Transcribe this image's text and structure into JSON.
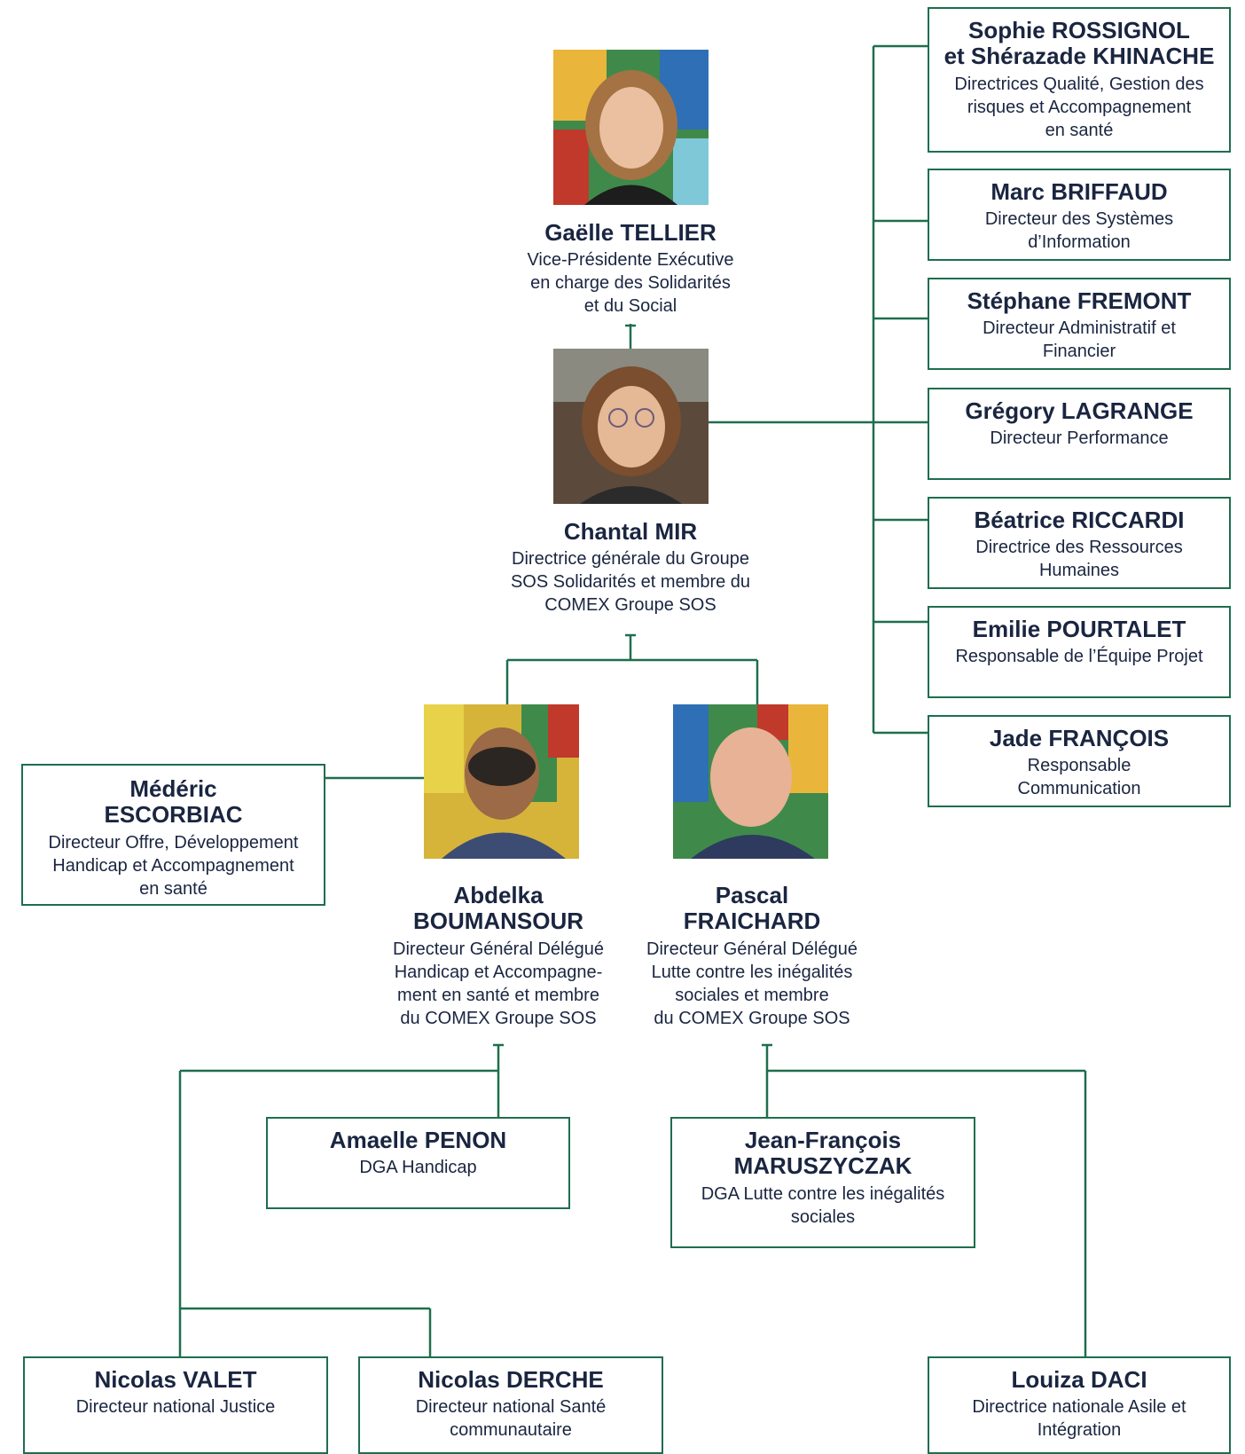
{
  "colors": {
    "line": "#1e6e4e",
    "text": "#1a2540"
  },
  "top": {
    "name": "Gaëlle TELLIER",
    "role": [
      "Vice-Présidente Exécutive",
      "en charge des Solidarités",
      "et du Social"
    ],
    "photo": "portrait-photo-woman"
  },
  "ceo": {
    "name": "Chantal MIR",
    "role": [
      "Directrice générale du Groupe",
      "SOS Solidarités et membre du",
      "COMEX Groupe SOS"
    ],
    "photo": "portrait-photo-woman-glasses"
  },
  "staff": [
    {
      "name": [
        "Sophie ROSSIGNOL",
        "et Shérazade KHINACHE"
      ],
      "role": [
        "Directrices Qualité, Gestion des",
        "risques et Accompagnement",
        "en santé"
      ]
    },
    {
      "name": [
        "Marc BRIFFAUD"
      ],
      "role": [
        "Directeur des Systèmes",
        "d’Information"
      ]
    },
    {
      "name": [
        "Stéphane FREMONT"
      ],
      "role": [
        "Directeur Administratif et",
        "Financier"
      ]
    },
    {
      "name": [
        "Grégory LAGRANGE"
      ],
      "role": [
        "Directeur Performance"
      ]
    },
    {
      "name": [
        "Béatrice RICCARDI"
      ],
      "role": [
        "Directrice des Ressources",
        "Humaines"
      ]
    },
    {
      "name": [
        "Emilie POURTALET"
      ],
      "role": [
        "Responsable de l’Équipe Projet"
      ]
    },
    {
      "name": [
        "Jade FRANÇOIS"
      ],
      "role": [
        "Responsable",
        "Communication"
      ]
    }
  ],
  "deputies": [
    {
      "name": [
        "Abdelka",
        "BOUMANSOUR"
      ],
      "role": [
        "Directeur Général Délégué",
        "Handicap et Accompagne-",
        "ment en santé et membre",
        "du COMEX Groupe SOS"
      ],
      "photo": "portrait-photo-man"
    },
    {
      "name": [
        "Pascal",
        "FRAICHARD"
      ],
      "role": [
        "Directeur Général Délégué",
        "Lutte contre les inégalités",
        "sociales et membre",
        "du COMEX Groupe SOS"
      ],
      "photo": "portrait-photo-man-bald"
    }
  ],
  "side": {
    "name": [
      "Médéric",
      "ESCORBIAC"
    ],
    "role": [
      "Directeur Offre, Développement",
      "Handicap et Accompagnement",
      "en santé"
    ]
  },
  "dga": [
    {
      "name": [
        "Amaelle PENON"
      ],
      "role": [
        "DGA Handicap"
      ]
    },
    {
      "name": [
        "Jean-François",
        "MARUSZYCZAK"
      ],
      "role": [
        "DGA Lutte contre les inégalités",
        "sociales"
      ]
    }
  ],
  "national": [
    {
      "name": [
        "Nicolas VALET"
      ],
      "role": [
        "Directeur national Justice"
      ]
    },
    {
      "name": [
        "Nicolas DERCHE"
      ],
      "role": [
        "Directeur national Santé",
        "communautaire"
      ]
    },
    {
      "name": [
        "Louiza DACI"
      ],
      "role": [
        "Directrice nationale Asile et",
        "Intégration"
      ]
    }
  ]
}
